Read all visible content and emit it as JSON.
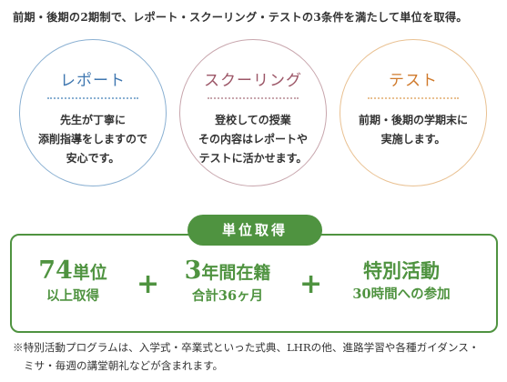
{
  "intro": "前期・後期の2期制で、レポート・スクーリング・テストの3条件を満たして単位を取得。",
  "circles": [
    {
      "title": "レポート",
      "lines": [
        "先生が丁寧に",
        "添削指導をしますので",
        "安心です。"
      ],
      "color": "#3f77b0"
    },
    {
      "title": "スクーリング",
      "lines": [
        "登校しての授業",
        "その内容はレポートや",
        "テストに活かせます。"
      ],
      "color": "#9c5667"
    },
    {
      "title": "テスト",
      "lines": [
        "前期・後期の学期末に",
        "実施します。"
      ],
      "color": "#d07a2c"
    }
  ],
  "credit": {
    "label": "単位取得",
    "color": "#4f9340",
    "req1": {
      "num": "74",
      "unit": "単位",
      "line2": "以上取得"
    },
    "req2": {
      "num": "3",
      "unit": "年間在籍",
      "line2": "合計36ヶ月"
    },
    "req3": {
      "line1": "特別活動",
      "line2": "30時間への参加"
    },
    "plus": "+"
  },
  "note": {
    "line1": "※特別活動プログラムは、入学式・卒業式といった式典、LHRの他、進路学習や各種ガイダンス・",
    "line2": "ミサ・毎週の講堂朝礼などが含まれます。"
  }
}
